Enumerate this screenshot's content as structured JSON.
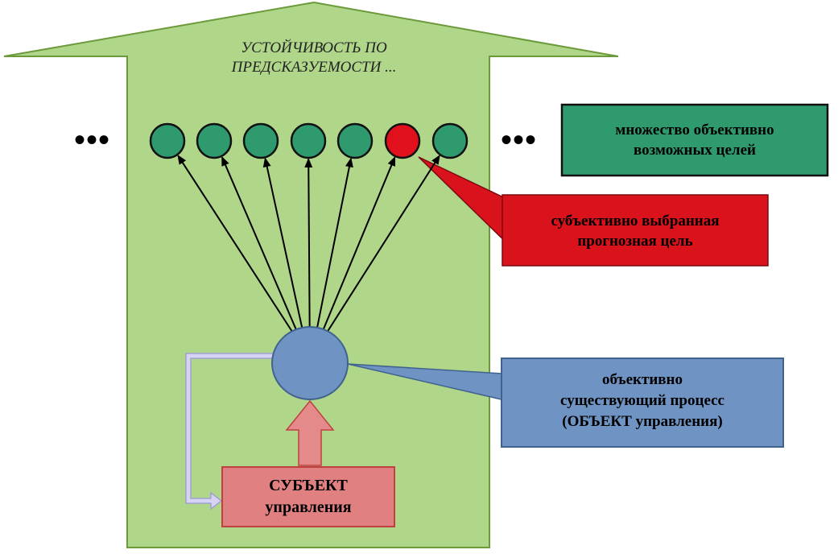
{
  "arrow_title_line1": "УСТОЙЧИВОСТЬ ПО",
  "arrow_title_line2": "ПРЕДСКАЗУЕМОСТИ ...",
  "ellipsis_left": "•••",
  "ellipsis_right": "•••",
  "goals_box": {
    "line1": "множество объективно",
    "line2": "возможных целей"
  },
  "selected_goal_box": {
    "line1": "субъективно выбранная",
    "line2": "прогнозная цель"
  },
  "object_box": {
    "line1": "объективно",
    "line2": "существующий процесс",
    "line3": "(ОБЪЕКТ управления)"
  },
  "subject_box": {
    "line1": "СУБЪЕКТ",
    "line2": "управления"
  },
  "goal_circles": [
    {
      "state": "possible"
    },
    {
      "state": "possible"
    },
    {
      "state": "possible"
    },
    {
      "state": "possible"
    },
    {
      "state": "possible"
    },
    {
      "state": "selected"
    },
    {
      "state": "possible"
    }
  ],
  "colors": {
    "big_arrow_fill": "#b0d68a",
    "big_arrow_stroke": "#6a9a3a",
    "goal_green": "#2e9a6e",
    "goal_red": "#e0111d",
    "goals_box_fill": "#2e9a6e",
    "selected_box_fill": "#d9121c",
    "object_fill": "#6f93c3",
    "object_stroke": "#41628f",
    "subject_fill": "#e08080",
    "subject_stroke": "#c04040",
    "feedback_arrow": "#c8c6ee"
  }
}
